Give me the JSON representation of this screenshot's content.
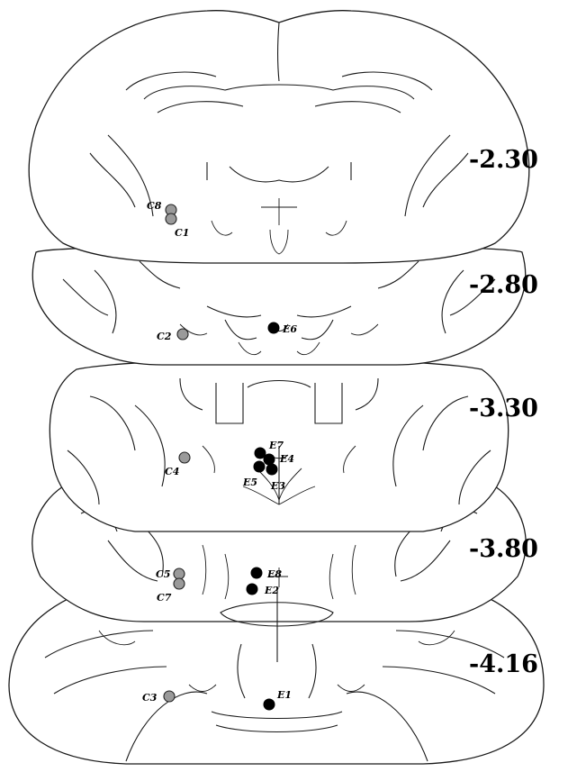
{
  "sections": [
    {
      "level": "-2.30"
    },
    {
      "level": "-2.80"
    },
    {
      "level": "-3.30"
    },
    {
      "level": "-3.80"
    },
    {
      "level": "-4.16"
    }
  ],
  "sites": {
    "C1": "C1",
    "C2": "C2",
    "C3": "C3",
    "C4": "C4",
    "C5": "C5",
    "C7": "C7",
    "C8": "C8",
    "E1": "E1",
    "E2": "E2",
    "E3": "E3",
    "E4": "E4",
    "E5": "E5",
    "E6": "E6",
    "E7": "E7",
    "E8": "E8"
  },
  "colors": {
    "electrode_site": "#000000",
    "control_site": "#9a9a9a"
  }
}
